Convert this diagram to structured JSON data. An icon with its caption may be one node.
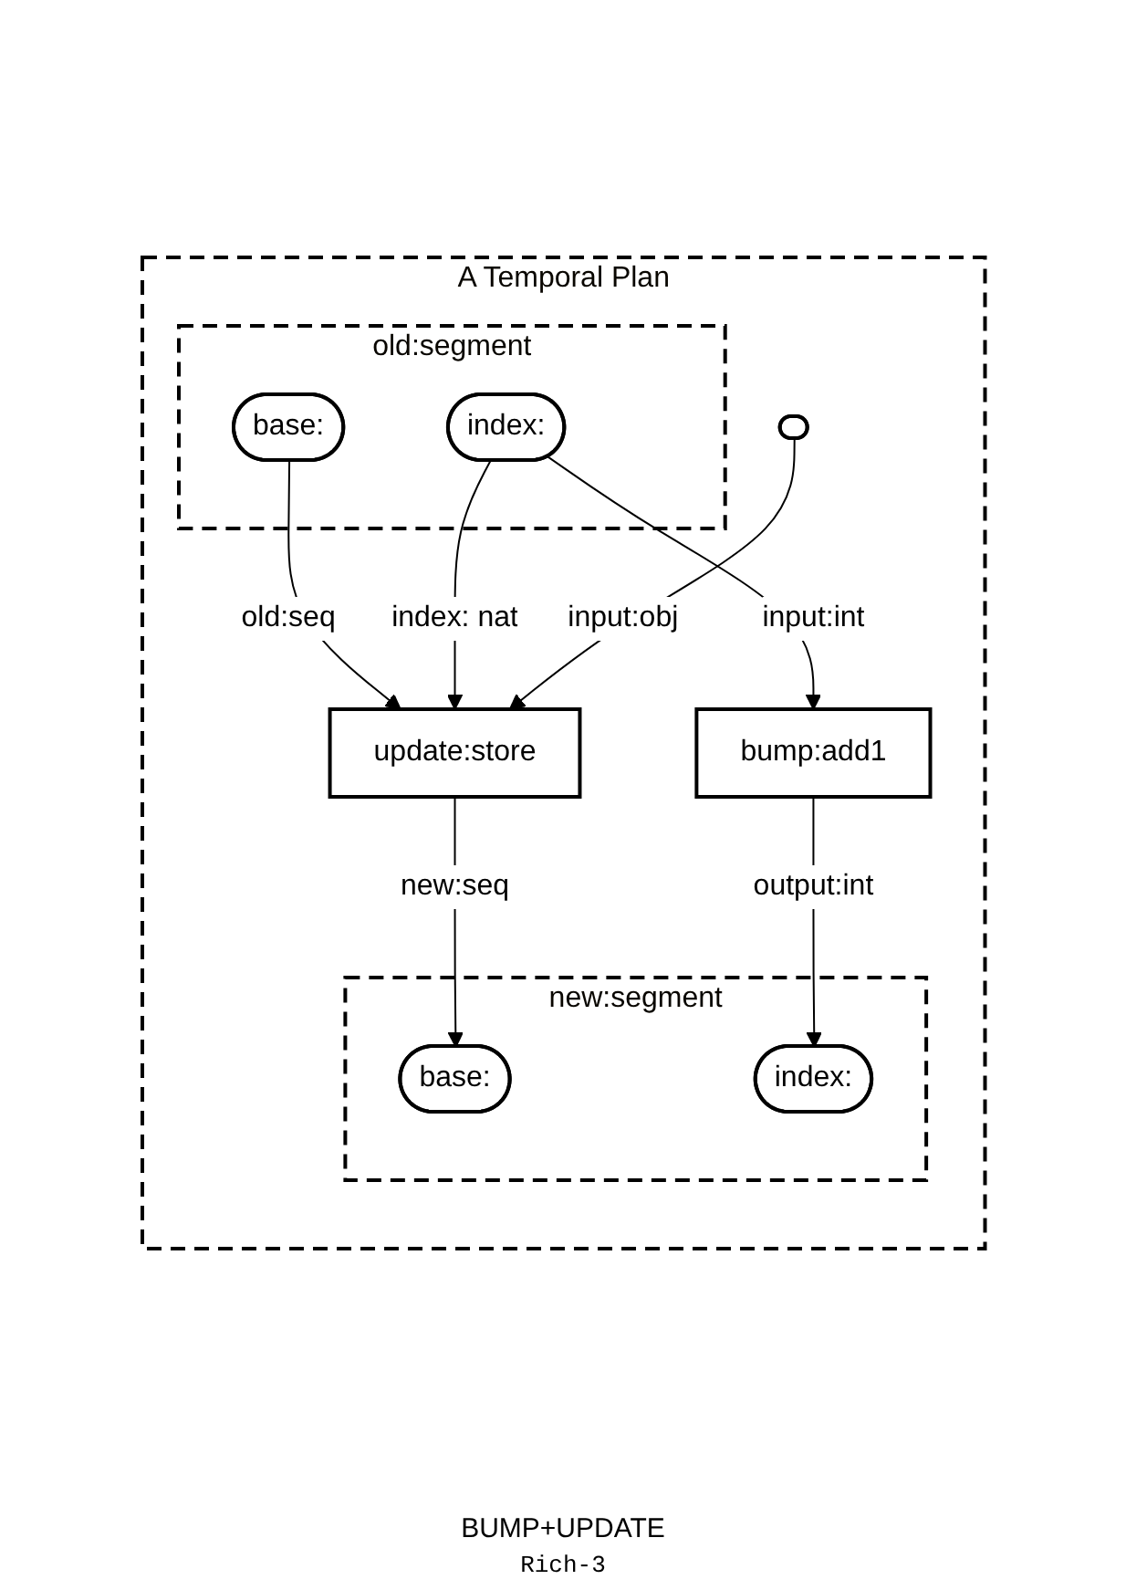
{
  "diagram": {
    "caption": "BUMP+UPDATE",
    "nodes": [
      {
        "text": [
          "A Temporal Plan"
        ]
      },
      {
        "text": [
          "old:segment"
        ],
        "in": 0
      },
      {
        "text": [
          "base:"
        ],
        "in": 1
      },
      {
        "text": [
          "index:"
        ],
        "in": 1
      },
      {
        "text": [],
        "shape": "ellipse",
        "in": 0
      },
      {
        "text": [
          "update:store"
        ],
        "in": 0
      },
      {
        "text": [
          "bump:add1"
        ],
        "in": 0
      },
      {
        "text": [
          "new:segment"
        ],
        "in": 0
      },
      {
        "text": [
          "base:"
        ],
        "in": 7
      },
      {
        "text": [
          "index:"
        ],
        "in": 7
      }
    ],
    "edges": [
      {
        "from": 2,
        "to": 5,
        "arrow": "to",
        "label": "old:seq"
      },
      {
        "from": 3,
        "to": 5,
        "arrow": "to",
        "label": "index: nat"
      },
      {
        "from": 4,
        "to": 5,
        "arrow": "to",
        "label": "input:obj"
      },
      {
        "from": 3,
        "to": 6,
        "arrow": "to",
        "label": "input:int"
      },
      {
        "from": 5,
        "to": 8,
        "arrow": "to",
        "label": "new:seq"
      },
      {
        "from": 6,
        "to": 9,
        "arrow": "to",
        "label": "output:int"
      }
    ],
    "labels": [
      "Rich-3"
    ]
  }
}
